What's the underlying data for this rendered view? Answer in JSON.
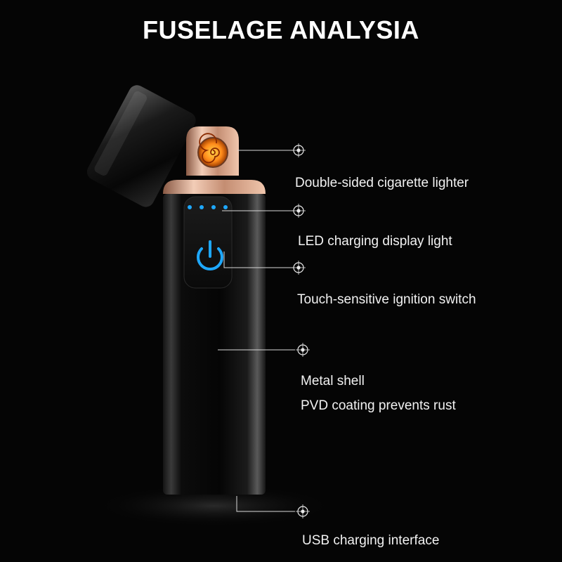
{
  "title": "FUSELAGE ANALYSIA",
  "colors": {
    "background": "#050505",
    "text": "#f2f2f2",
    "led": "#1ea8ff",
    "coil": "#ff8a1a",
    "rose_gold": "#e6b39a"
  },
  "callouts": {
    "lighter": "Double-sided cigarette lighter",
    "led": "LED charging display light",
    "touch": "Touch-sensitive ignition switch",
    "shell_line1": "Metal shell",
    "shell_line2": "PVD coating prevents rust",
    "usb": "USB charging interface"
  },
  "led_dot_count": 4,
  "icons": {
    "power": "power-icon",
    "coil": "heating-coil-icon",
    "marker": "crosshair-marker-icon"
  }
}
